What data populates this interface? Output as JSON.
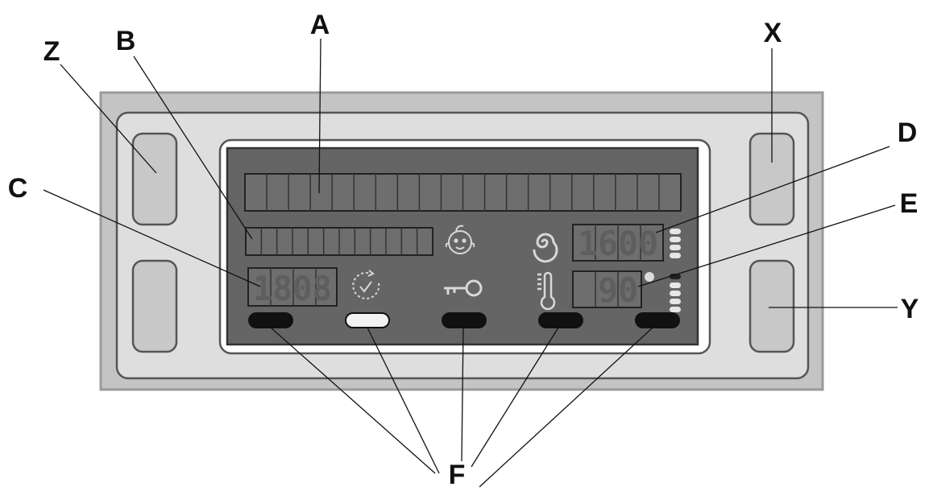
{
  "callouts": {
    "A": "A",
    "B": "B",
    "C": "C",
    "D": "D",
    "E": "E",
    "F": "F",
    "X": "X",
    "Y": "Y",
    "Z": "Z"
  },
  "displays": {
    "main_text_cells": 20,
    "sub_text_cells": 12,
    "c_readout": "1808",
    "d_readout": "1600",
    "e_readout": "90",
    "d_level_bars": 4,
    "e_level_bars": 4
  },
  "icons": [
    "baby-face-icon",
    "spin-spiral-icon",
    "timer-check-icon",
    "key-icon",
    "thermometer-icon"
  ],
  "colors": {
    "housing": "#c4c4c4",
    "housing_inner": "#dedede",
    "panel": "#656565",
    "lcd_segment": "#5e5e5e",
    "ink": "#111111"
  }
}
